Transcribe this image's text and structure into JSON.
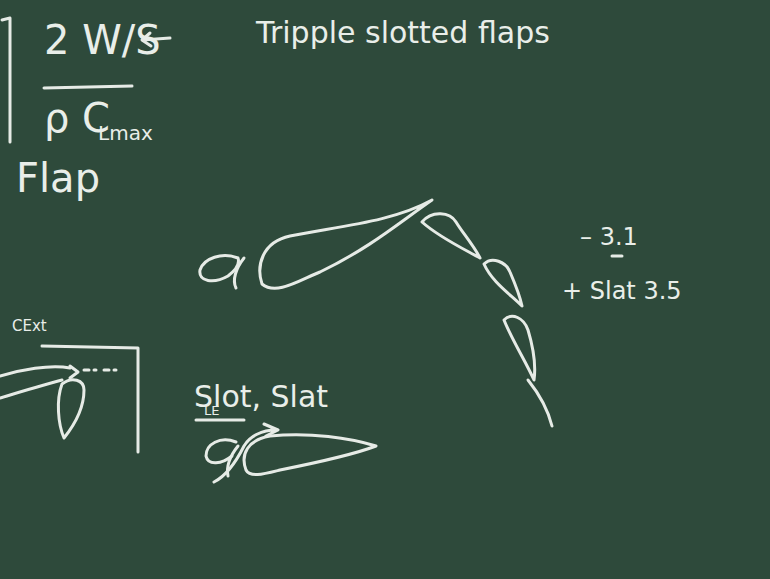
{
  "diagram": {
    "title": "Tripple slotted flaps",
    "labels": [
      "2 W/S",
      "ρ C",
      "Lmax",
      "– 3.1",
      "+ Slat 3.5",
      "Flap",
      "CExt",
      "Slot, Slat",
      "LE"
    ]
  }
}
